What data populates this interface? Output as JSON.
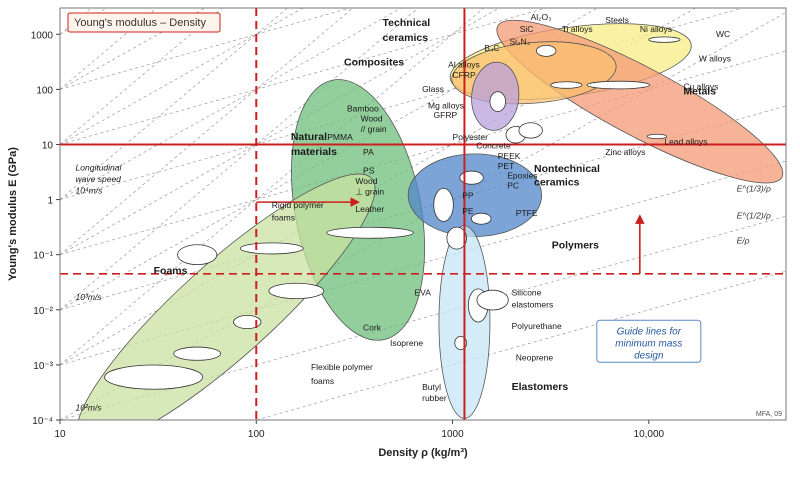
{
  "chart_data": {
    "type": "scatter",
    "title": "Young's modulus – Density",
    "xlabel": "Density ρ (kg/m³)",
    "ylabel": "Young's modulus E (GPa)",
    "x_scale": "log",
    "y_scale": "log",
    "xlim": [
      10,
      50000
    ],
    "ylim": [
      0.0001,
      3000
    ],
    "grid": false,
    "credit": "MFA, 09",
    "x_ticks": [
      {
        "v": 10,
        "label": "10"
      },
      {
        "v": 100,
        "label": "100"
      },
      {
        "v": 1000,
        "label": "1000"
      },
      {
        "v": 10000,
        "label": "10,000"
      }
    ],
    "y_ticks": [
      {
        "v": 0.0001,
        "label": "10⁻⁴"
      },
      {
        "v": 0.001,
        "label": "10⁻³"
      },
      {
        "v": 0.01,
        "label": "10⁻²"
      },
      {
        "v": 0.1,
        "label": "10⁻¹"
      },
      {
        "v": 1,
        "label": "1"
      },
      {
        "v": 10,
        "label": "10"
      },
      {
        "v": 100,
        "label": "100"
      },
      {
        "v": 1000,
        "label": "1000"
      }
    ],
    "families": [
      {
        "name": "Technical ceramics",
        "x": 4000,
        "y": 320,
        "rx_dec": 0.62,
        "ry_dec": 0.62,
        "angle": -8,
        "color": "#f7ec86"
      },
      {
        "name": "Metals",
        "x": 9000,
        "y": 60,
        "rx_dec": 0.82,
        "ry_dec": 0.62,
        "angle": 28,
        "color": "#f49a76"
      },
      {
        "name": "Nontechnical ceramics",
        "x": 2600,
        "y": 200,
        "rx_dec": 0.42,
        "ry_dec": 0.55,
        "angle": -5,
        "color": "#fbbf72"
      },
      {
        "name": "Composites",
        "x": 1650,
        "y": 75,
        "rx_dec": 0.12,
        "ry_dec": 0.62,
        "angle": 5,
        "color": "#b9a0db"
      },
      {
        "name": "Natural materials",
        "x": 330,
        "y": 0.65,
        "rx_dec": 0.32,
        "ry_dec": 2.4,
        "angle": -11,
        "color": "#6fbd7c"
      },
      {
        "name": "Polymers",
        "x": 1300,
        "y": 1.2,
        "rx_dec": 0.34,
        "ry_dec": 0.75,
        "angle": 0,
        "color": "#5286c9"
      },
      {
        "name": "Foams",
        "x": 70,
        "y": 0.01,
        "rx_dec": 1.0,
        "ry_dec": 0.85,
        "angle": -42,
        "color": "#c9e2a2"
      },
      {
        "name": "Elastomers",
        "x": 1150,
        "y": 0.006,
        "rx_dec": 0.13,
        "ry_dec": 1.75,
        "angle": 0,
        "color": "#c5e4f6"
      }
    ],
    "materials": [
      {
        "x": 30,
        "y": 0.0006,
        "rx_dec": 0.25,
        "ry_dec": 0.22
      },
      {
        "x": 50,
        "y": 0.0016,
        "rx_dec": 0.12,
        "ry_dec": 0.12
      },
      {
        "x": 90,
        "y": 0.006,
        "rx_dec": 0.07,
        "ry_dec": 0.12
      },
      {
        "x": 50,
        "y": 0.1,
        "rx_dec": 0.1,
        "ry_dec": 0.18
      },
      {
        "x": 120,
        "y": 0.13,
        "rx_dec": 0.16,
        "ry_dec": 0.1
      },
      {
        "x": 160,
        "y": 0.022,
        "rx_dec": 0.14,
        "ry_dec": 0.14
      },
      {
        "x": 380,
        "y": 0.25,
        "rx_dec": 0.22,
        "ry_dec": 0.1
      },
      {
        "x": 900,
        "y": 0.8,
        "rx_dec": 0.05,
        "ry_dec": 0.3
      },
      {
        "x": 1050,
        "y": 0.2,
        "rx_dec": 0.05,
        "ry_dec": 0.2
      },
      {
        "x": 1250,
        "y": 2.5,
        "rx_dec": 0.06,
        "ry_dec": 0.12
      },
      {
        "x": 1400,
        "y": 0.45,
        "rx_dec": 0.05,
        "ry_dec": 0.1
      },
      {
        "x": 1350,
        "y": 0.012,
        "rx_dec": 0.05,
        "ry_dec": 0.3
      },
      {
        "x": 1600,
        "y": 0.015,
        "rx_dec": 0.08,
        "ry_dec": 0.18
      },
      {
        "x": 1100,
        "y": 0.0025,
        "rx_dec": 0.03,
        "ry_dec": 0.12
      },
      {
        "x": 2100,
        "y": 15,
        "rx_dec": 0.05,
        "ry_dec": 0.15
      },
      {
        "x": 2500,
        "y": 18,
        "rx_dec": 0.06,
        "ry_dec": 0.14
      },
      {
        "x": 1700,
        "y": 60,
        "rx_dec": 0.04,
        "ry_dec": 0.18
      },
      {
        "x": 3800,
        "y": 120,
        "rx_dec": 0.08,
        "ry_dec": 0.06
      },
      {
        "x": 7000,
        "y": 120,
        "rx_dec": 0.16,
        "ry_dec": 0.07
      },
      {
        "x": 12000,
        "y": 800,
        "rx_dec": 0.08,
        "ry_dec": 0.05
      },
      {
        "x": 3000,
        "y": 500,
        "rx_dec": 0.05,
        "ry_dec": 0.1
      },
      {
        "x": 11000,
        "y": 14,
        "rx_dec": 0.05,
        "ry_dec": 0.04
      }
    ],
    "guide_lines": {
      "slopes": [
        1,
        2,
        3
      ],
      "intercepts": [
        -6,
        -5,
        -4,
        -3,
        -2,
        -1,
        0,
        1
      ],
      "labels": [
        "E/ρ",
        "E^(1/2)/ρ",
        "E^(1/3)/ρ"
      ]
    },
    "selection_lines": {
      "vertical_dashed_x": 100,
      "vertical_solid_x": 1150,
      "horizontal_solid_y": 10,
      "horizontal_dashed_y": 0.045
    },
    "annotations": [
      {
        "text": "Foams",
        "x": 30,
        "y": 0.045,
        "bold": true
      },
      {
        "text": "Natural",
        "x": 150,
        "y": 12,
        "bold": true
      },
      {
        "text": "materials",
        "x": 150,
        "y": 6.5,
        "bold": true
      },
      {
        "text": "Polymers",
        "x": 3200,
        "y": 0.13,
        "bold": true
      },
      {
        "text": "Elastomers",
        "x": 2000,
        "y": 0.00035,
        "bold": true
      },
      {
        "text": "Metals",
        "x": 15000,
        "y": 80,
        "bold": true
      },
      {
        "text": "Technical",
        "x": 440,
        "y": 1400,
        "bold": true
      },
      {
        "text": "ceramics",
        "x": 440,
        "y": 750,
        "bold": true
      },
      {
        "text": "Composites",
        "x": 280,
        "y": 270,
        "bold": true
      },
      {
        "text": "Nontechnical",
        "x": 2600,
        "y": 3.2,
        "bold": true
      },
      {
        "text": "ceramics",
        "x": 2600,
        "y": 1.8,
        "bold": true
      },
      {
        "text": "Al₂O₃",
        "x": 2500,
        "y": 1800
      },
      {
        "text": "SiC",
        "x": 2200,
        "y": 1100
      },
      {
        "text": "Si₃N₄",
        "x": 1950,
        "y": 650
      },
      {
        "text": "B₄C",
        "x": 1450,
        "y": 500
      },
      {
        "text": "Ti alloys",
        "x": 3600,
        "y": 1100
      },
      {
        "text": "Steels",
        "x": 6000,
        "y": 1600
      },
      {
        "text": "Ni alloys",
        "x": 9000,
        "y": 1100
      },
      {
        "text": "WC",
        "x": 22000,
        "y": 900
      },
      {
        "text": "W alloys",
        "x": 18000,
        "y": 320
      },
      {
        "text": "Cu alloys",
        "x": 15000,
        "y": 100
      },
      {
        "text": "Lead alloys",
        "x": 12000,
        "y": 10
      },
      {
        "text": "Zinc alloys",
        "x": 6000,
        "y": 6.5
      },
      {
        "text": "Al alloys",
        "x": 950,
        "y": 250
      },
      {
        "text": "CFRP",
        "x": 1000,
        "y": 160
      },
      {
        "text": "Glass",
        "x": 700,
        "y": 90
      },
      {
        "text": "Mg alloys",
        "x": 750,
        "y": 45
      },
      {
        "text": "GFRP",
        "x": 800,
        "y": 30
      },
      {
        "text": "Bamboo",
        "x": 290,
        "y": 40
      },
      {
        "text": "Wood",
        "x": 340,
        "y": 26
      },
      {
        "text": "// grain",
        "x": 340,
        "y": 17
      },
      {
        "text": "PMMA",
        "x": 230,
        "y": 12
      },
      {
        "text": "Polyester",
        "x": 1000,
        "y": 12
      },
      {
        "text": "Concrete",
        "x": 1320,
        "y": 8.5
      },
      {
        "text": "PA",
        "x": 350,
        "y": 6.5
      },
      {
        "text": "PEEK",
        "x": 1700,
        "y": 5.4
      },
      {
        "text": "PET",
        "x": 1700,
        "y": 3.6
      },
      {
        "text": "Epoxies",
        "x": 1900,
        "y": 2.4
      },
      {
        "text": "PS",
        "x": 350,
        "y": 3.0
      },
      {
        "text": "Wood",
        "x": 320,
        "y": 1.9
      },
      {
        "text": "⊥ grain",
        "x": 320,
        "y": 1.25
      },
      {
        "text": "PC",
        "x": 1900,
        "y": 1.6
      },
      {
        "text": "PP",
        "x": 1120,
        "y": 1.05
      },
      {
        "text": "PE",
        "x": 1120,
        "y": 0.55
      },
      {
        "text": "Leather",
        "x": 320,
        "y": 0.6
      },
      {
        "text": "PTFE",
        "x": 2100,
        "y": 0.5
      },
      {
        "text": "Rigid polymer",
        "x": 120,
        "y": 0.7
      },
      {
        "text": "foams",
        "x": 120,
        "y": 0.42
      },
      {
        "text": "Cork",
        "x": 350,
        "y": 0.0042
      },
      {
        "text": "Flexible polymer",
        "x": 190,
        "y": 0.0008
      },
      {
        "text": "foams",
        "x": 190,
        "y": 0.00045
      },
      {
        "text": "EVA",
        "x": 640,
        "y": 0.018
      },
      {
        "text": "Silicone",
        "x": 2000,
        "y": 0.018
      },
      {
        "text": "elastomers",
        "x": 2000,
        "y": 0.011
      },
      {
        "text": "Polyurethane",
        "x": 2000,
        "y": 0.0045
      },
      {
        "text": "Isoprene",
        "x": 480,
        "y": 0.0022
      },
      {
        "text": "Neoprene",
        "x": 2100,
        "y": 0.0012
      },
      {
        "text": "Butyl",
        "x": 700,
        "y": 0.00035
      },
      {
        "text": "rubber",
        "x": 700,
        "y": 0.00022
      },
      {
        "text": "Longitudinal",
        "x": 12,
        "y": 3.4,
        "italic": true
      },
      {
        "text": "wave speed",
        "x": 12,
        "y": 2.1,
        "italic": true
      },
      {
        "text": "10⁴m/s",
        "x": 12,
        "y": 1.3,
        "italic": true
      },
      {
        "text": "10³m/s",
        "x": 12,
        "y": 0.015,
        "italic": true
      },
      {
        "text": "10²m/s",
        "x": 12,
        "y": 0.00015,
        "italic": true
      }
    ],
    "guide_box": {
      "lines": [
        "Guide lines for",
        "minimum mass",
        "design"
      ],
      "x": 10000,
      "y": 0.0028
    }
  }
}
